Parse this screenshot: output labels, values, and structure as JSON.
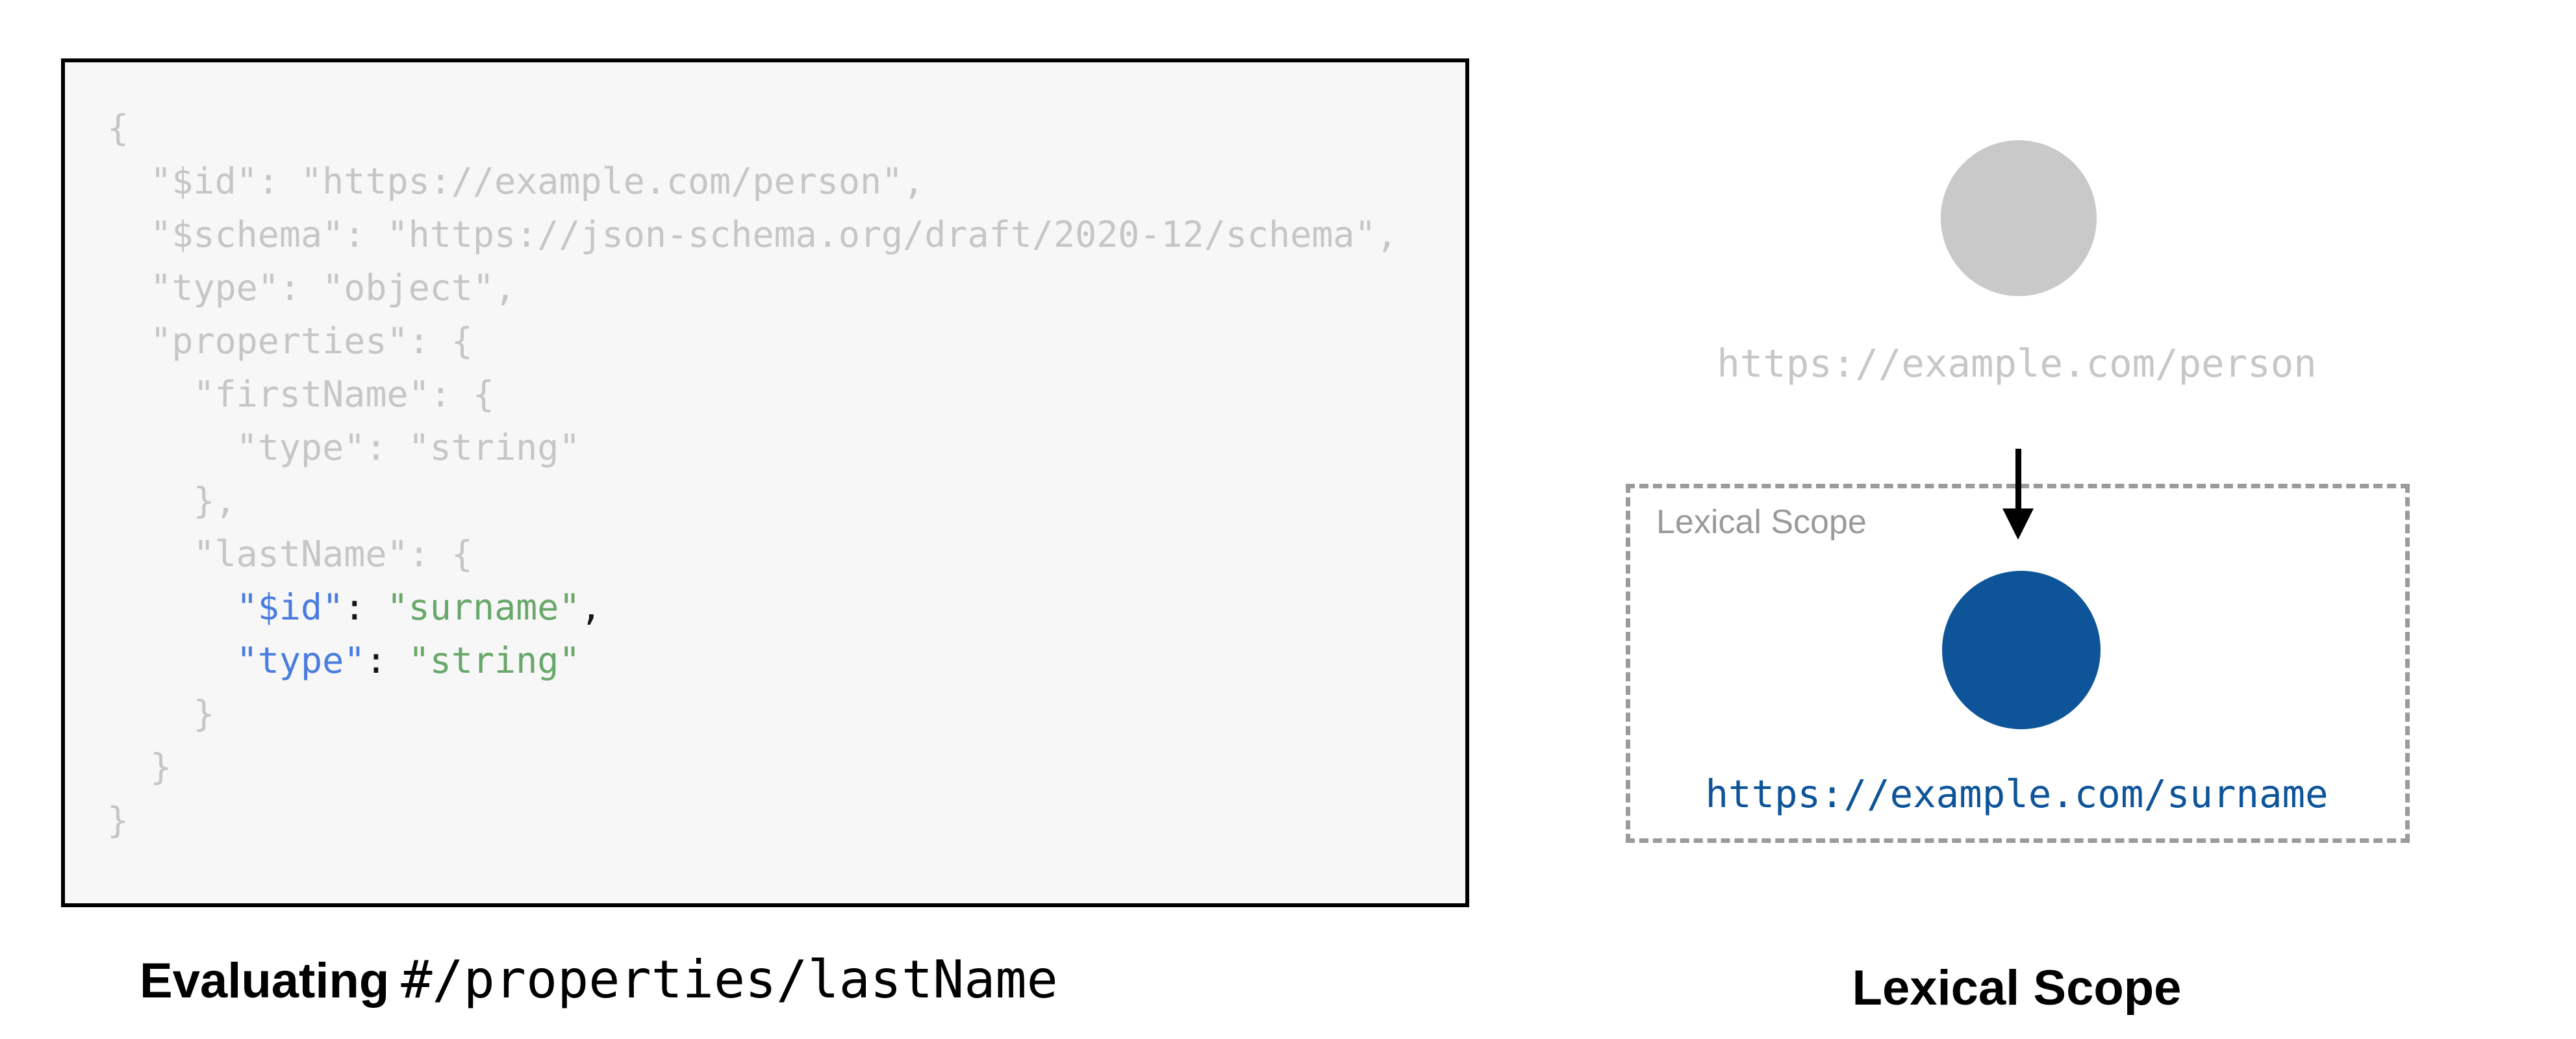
{
  "left_panel": {
    "caption_bold": "Evaluating",
    "caption_path": "#/properties/lastName",
    "code_lines": [
      [
        {
          "t": "{",
          "c": "dim"
        }
      ],
      [
        {
          "t": "  \"$id\": \"https://example.com/person\",",
          "c": "dim"
        }
      ],
      [
        {
          "t": "  \"$schema\": \"https://json-schema.org/draft/2020-12/schema\",",
          "c": "dim"
        }
      ],
      [
        {
          "t": "  \"type\": \"object\",",
          "c": "dim"
        }
      ],
      [
        {
          "t": "  \"properties\": {",
          "c": "dim"
        }
      ],
      [
        {
          "t": "    \"firstName\": {",
          "c": "dim"
        }
      ],
      [
        {
          "t": "      \"type\": \"string\"",
          "c": "dim"
        }
      ],
      [
        {
          "t": "    },",
          "c": "dim"
        }
      ],
      [
        {
          "t": "    \"lastName\": {",
          "c": "dim"
        }
      ],
      [
        {
          "t": "      ",
          "c": "dim"
        },
        {
          "t": "\"$id\"",
          "c": "key"
        },
        {
          "t": ": ",
          "c": "punct"
        },
        {
          "t": "\"surname\"",
          "c": "str"
        },
        {
          "t": ",",
          "c": "punct"
        }
      ],
      [
        {
          "t": "      ",
          "c": "dim"
        },
        {
          "t": "\"type\"",
          "c": "key"
        },
        {
          "t": ": ",
          "c": "punct"
        },
        {
          "t": "\"string\"",
          "c": "str"
        }
      ],
      [
        {
          "t": "    }",
          "c": "dim"
        }
      ],
      [
        {
          "t": "  }",
          "c": "dim"
        }
      ],
      [
        {
          "t": "}",
          "c": "dim"
        }
      ]
    ]
  },
  "right_panel": {
    "person_uri": "https://example.com/person",
    "scope_label": "Lexical Scope",
    "surname_uri": "https://example.com/surname",
    "caption": "Lexical Scope"
  },
  "colors": {
    "code_dim": "#c6c6c6",
    "code_key": "#4a7de0",
    "code_str": "#69a86b",
    "code_punct": "#141414",
    "node_gray": "#c9c9c9",
    "node_blue": "#0e5499",
    "scope_border": "#9b9b9b",
    "scope_label": "#9a9a9a",
    "label_gray": "#c7c7c7",
    "panel_bg": "#f7f7f7",
    "panel_border": "#000000"
  }
}
